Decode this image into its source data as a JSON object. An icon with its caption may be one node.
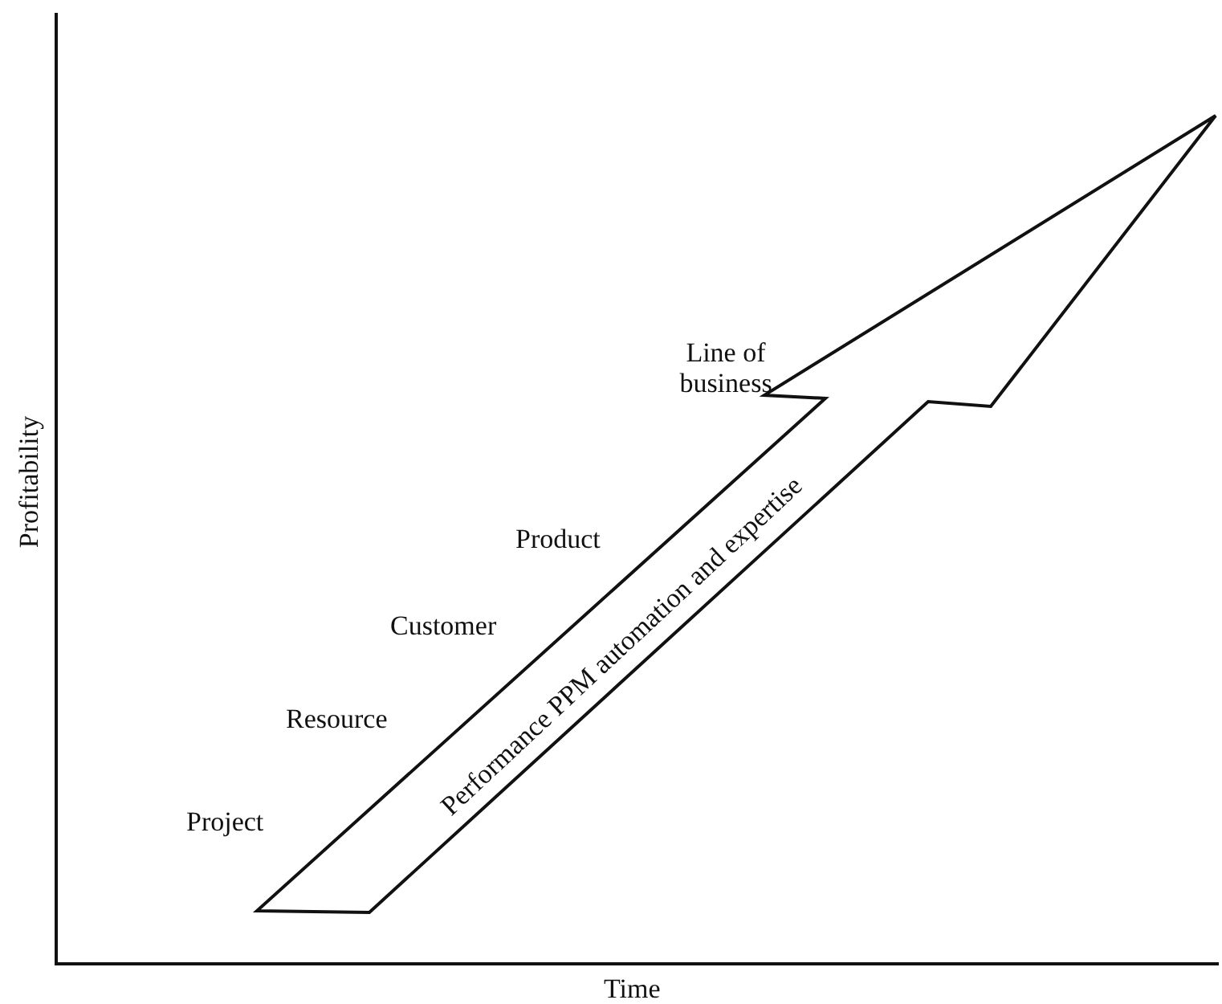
{
  "diagram": {
    "nodes": [
      {
        "text": [
          "Performance PPM automation and expertise"
        ]
      }
    ],
    "labels": [
      "Line of business",
      "Product",
      "Customer",
      "Resource",
      "Project",
      "Profitability",
      "Time"
    ]
  }
}
